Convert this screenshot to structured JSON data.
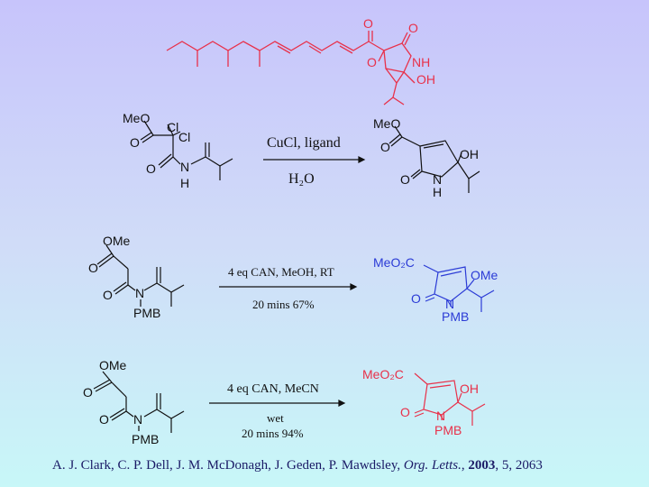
{
  "natural_product": {
    "color": "#e8314a",
    "labels": {
      "o1": "O",
      "o2": "O",
      "o3": "O",
      "nh": "NH",
      "oh": "OH"
    }
  },
  "reaction1": {
    "sm": {
      "meo": "MeO",
      "cl1": "Cl",
      "cl2": "Cl",
      "o1": "O",
      "o2": "O",
      "n": "N",
      "h": "H"
    },
    "conditions_top": "CuCl, ligand",
    "conditions_bottom": "H₂O",
    "product": {
      "meo": "MeO",
      "o1": "O",
      "oh": "OH",
      "o2": "O",
      "n": "N",
      "h": "H"
    }
  },
  "reaction2": {
    "sm": {
      "ome": "OMe",
      "o1": "O",
      "o2": "O",
      "n": "N",
      "pmb": "PMB"
    },
    "conditions_top": "4 eq CAN, MeOH, RT",
    "conditions_bottom": "20 mins 67%",
    "product": {
      "meo2c": "MeO₂C",
      "ome": "OMe",
      "o": "O",
      "n": "N",
      "pmb": "PMB"
    },
    "product_color": "#2b3bd6"
  },
  "reaction3": {
    "sm": {
      "ome": "OMe",
      "o1": "O",
      "o2": "O",
      "n": "N",
      "pmb": "PMB"
    },
    "conditions_top": "4 eq CAN, MeCN",
    "conditions_bottom_1": "wet",
    "conditions_bottom_2": "20 mins 94%",
    "product": {
      "meo2c": "MeO₂C",
      "oh": "OH",
      "o": "O",
      "n": "N",
      "pmb": "PMB"
    },
    "product_color": "#e8314a"
  },
  "citation": {
    "authors": "A. J. Clark, C. P. Dell, J. M. McDonagh, J. Geden, P. Mawdsley, ",
    "journal": "Org. Letts.",
    "separator": ", ",
    "year": "2003",
    "rest": ", 5, 2063"
  }
}
